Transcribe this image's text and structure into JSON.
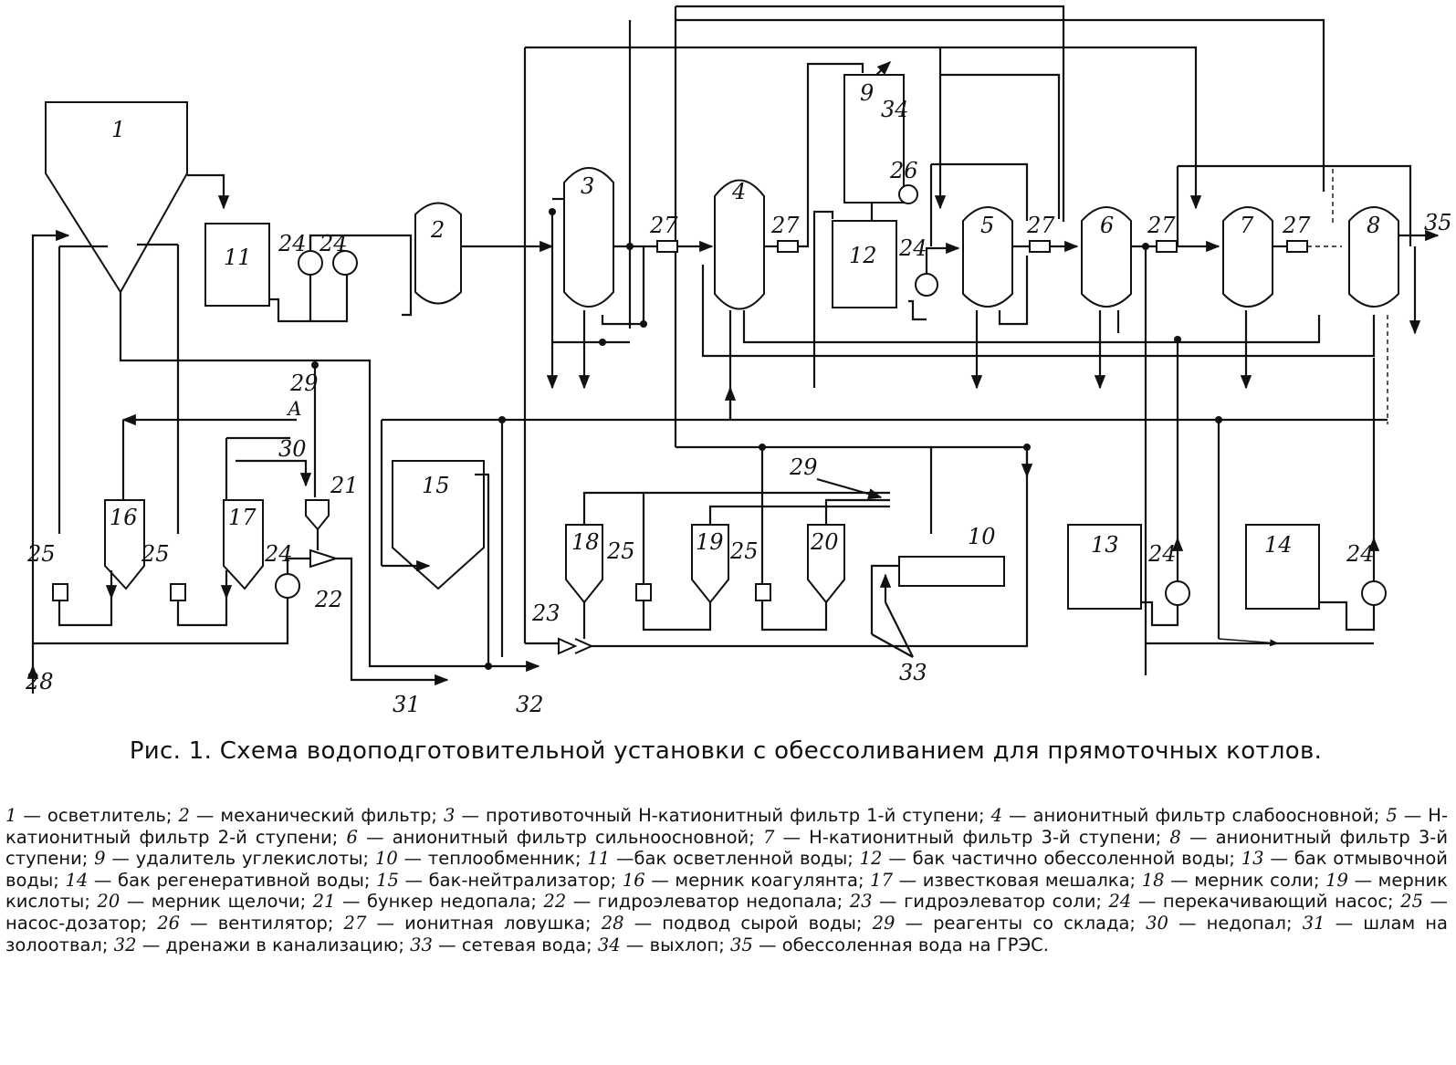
{
  "figure": {
    "caption": "Рис. 1. Схема водоподготовительной установки с обессоливанием для прямоточных котлов.",
    "equipment_labels": {
      "n1": "1",
      "n2": "2",
      "n3": "3",
      "n4": "4",
      "n5": "5",
      "n6": "6",
      "n7": "7",
      "n8": "8",
      "n9": "9",
      "n10": "10",
      "n11": "11",
      "n12": "12",
      "n13": "13",
      "n14": "14",
      "n15": "15",
      "n16": "16",
      "n17": "17",
      "n18": "18",
      "n19": "19",
      "n20": "20",
      "n21": "21",
      "n22": "22",
      "n23": "23",
      "n26": "26"
    },
    "repeated_labels": {
      "pump": "24",
      "dosing_pump": "25",
      "trap": "27"
    },
    "stream_labels": {
      "raw_water": "28",
      "reagents": "29",
      "unburnt": "30",
      "sludge": "31",
      "drain": "32",
      "network_water": "33",
      "exhaust": "34",
      "product": "35",
      "marker_a": "А"
    }
  },
  "legend": [
    {
      "num": "1",
      "text": "— осветлитель;"
    },
    {
      "num": "2",
      "text": "— механический фильтр;"
    },
    {
      "num": "3",
      "text": "— противоточный Н-катионитный фильтр 1-й ступени;"
    },
    {
      "num": "4",
      "text": "— анионитный фильтр слабоосновной;"
    },
    {
      "num": "5",
      "text": "— Н-катионитный фильтр 2-й ступени;"
    },
    {
      "num": "6",
      "text": "— анионитный фильтр сильноосновной;"
    },
    {
      "num": "7",
      "text": "— Н-катионитный фильтр 3-й ступени;"
    },
    {
      "num": "8",
      "text": "— анионитный фильтр 3-й ступени;"
    },
    {
      "num": "9",
      "text": "— удалитель углекислоты;"
    },
    {
      "num": "10",
      "text": "— теплообменник;"
    },
    {
      "num": "11",
      "text": "—бак осветленной воды;"
    },
    {
      "num": "12",
      "text": "— бак частично обессоленной воды;"
    },
    {
      "num": "13",
      "text": "— бак отмывочной воды;"
    },
    {
      "num": "14",
      "text": "— бак регенеративной воды;"
    },
    {
      "num": "15",
      "text": "— бак-нейтрализатор;"
    },
    {
      "num": "16",
      "text": "— мерник коагулянта;"
    },
    {
      "num": "17",
      "text": "— известковая мешалка;"
    },
    {
      "num": "18",
      "text": "— мерник соли;"
    },
    {
      "num": "19",
      "text": "— мерник кислоты;"
    },
    {
      "num": "20",
      "text": "— мерник щелочи;"
    },
    {
      "num": "21",
      "text": "— бункер недопала;"
    },
    {
      "num": "22",
      "text": "— гидроэлеватор недопала;"
    },
    {
      "num": "23",
      "text": "— гидроэлеватор соли;"
    },
    {
      "num": "24",
      "text": "— перекачивающий насос;"
    },
    {
      "num": "25",
      "text": "— насос-дозатор;"
    },
    {
      "num": "26",
      "text": "— вентилятор;"
    },
    {
      "num": "27",
      "text": "— ионитная ловушка;"
    },
    {
      "num": "28",
      "text": "— подвод сырой воды;"
    },
    {
      "num": "29",
      "text": "— реагенты со склада;"
    },
    {
      "num": "30",
      "text": "— недопал;"
    },
    {
      "num": "31",
      "text": "— шлам на золоотвал;"
    },
    {
      "num": "32",
      "text": "— дренажи в канализацию;"
    },
    {
      "num": "33",
      "text": "— сетевая вода;"
    },
    {
      "num": "34",
      "text": "— выхлоп;"
    },
    {
      "num": "35",
      "text": "— обессоленная вода на ГРЭС."
    }
  ]
}
